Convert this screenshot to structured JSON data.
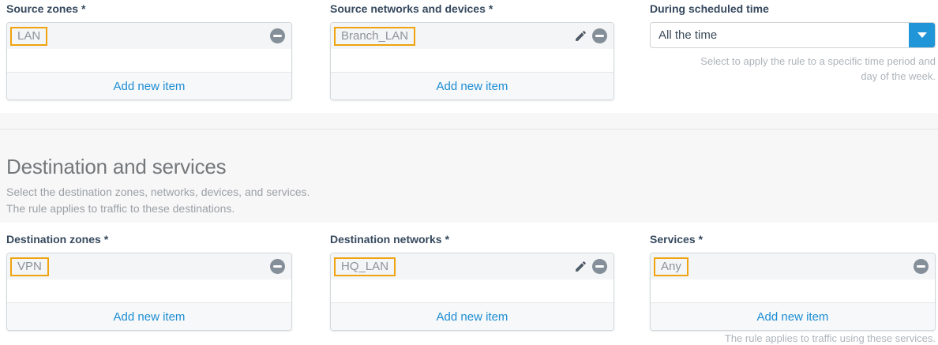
{
  "colors": {
    "highlight_orange": "#efa30f",
    "accent_blue": "#2095d8",
    "link_blue": "#1b8dd4",
    "label_navy": "#36495e"
  },
  "icons": {
    "remove": "minus-circle-icon",
    "edit": "pencil-icon",
    "dropdown": "chevron-down-icon"
  },
  "fields": {
    "source_zones": {
      "label": "Source zones",
      "required": "*",
      "item": "LAN",
      "add": "Add new item"
    },
    "source_networks": {
      "label": "Source networks and devices",
      "required": "*",
      "item": "Branch_LAN",
      "add": "Add new item"
    },
    "schedule": {
      "label": "During scheduled time",
      "required": "",
      "value": "All the time",
      "helper": [
        "Select to apply the rule to a specific time period and",
        "day of the week."
      ]
    },
    "destination_zones": {
      "label": "Destination zones",
      "required": "*",
      "item": "VPN",
      "add": "Add new item"
    },
    "destination_networks": {
      "label": "Destination networks",
      "required": "*",
      "item": "HQ_LAN",
      "add": "Add new item"
    },
    "services": {
      "label": "Services",
      "required": "*",
      "item": "Any",
      "add": "Add new item",
      "helper_clipped": "The rule applies to traffic using these services."
    }
  },
  "section": {
    "title": "Destination and services",
    "subtitle1": "Select the destination zones, networks, devices, and services.",
    "subtitle2": "The rule applies to traffic to these destinations."
  }
}
